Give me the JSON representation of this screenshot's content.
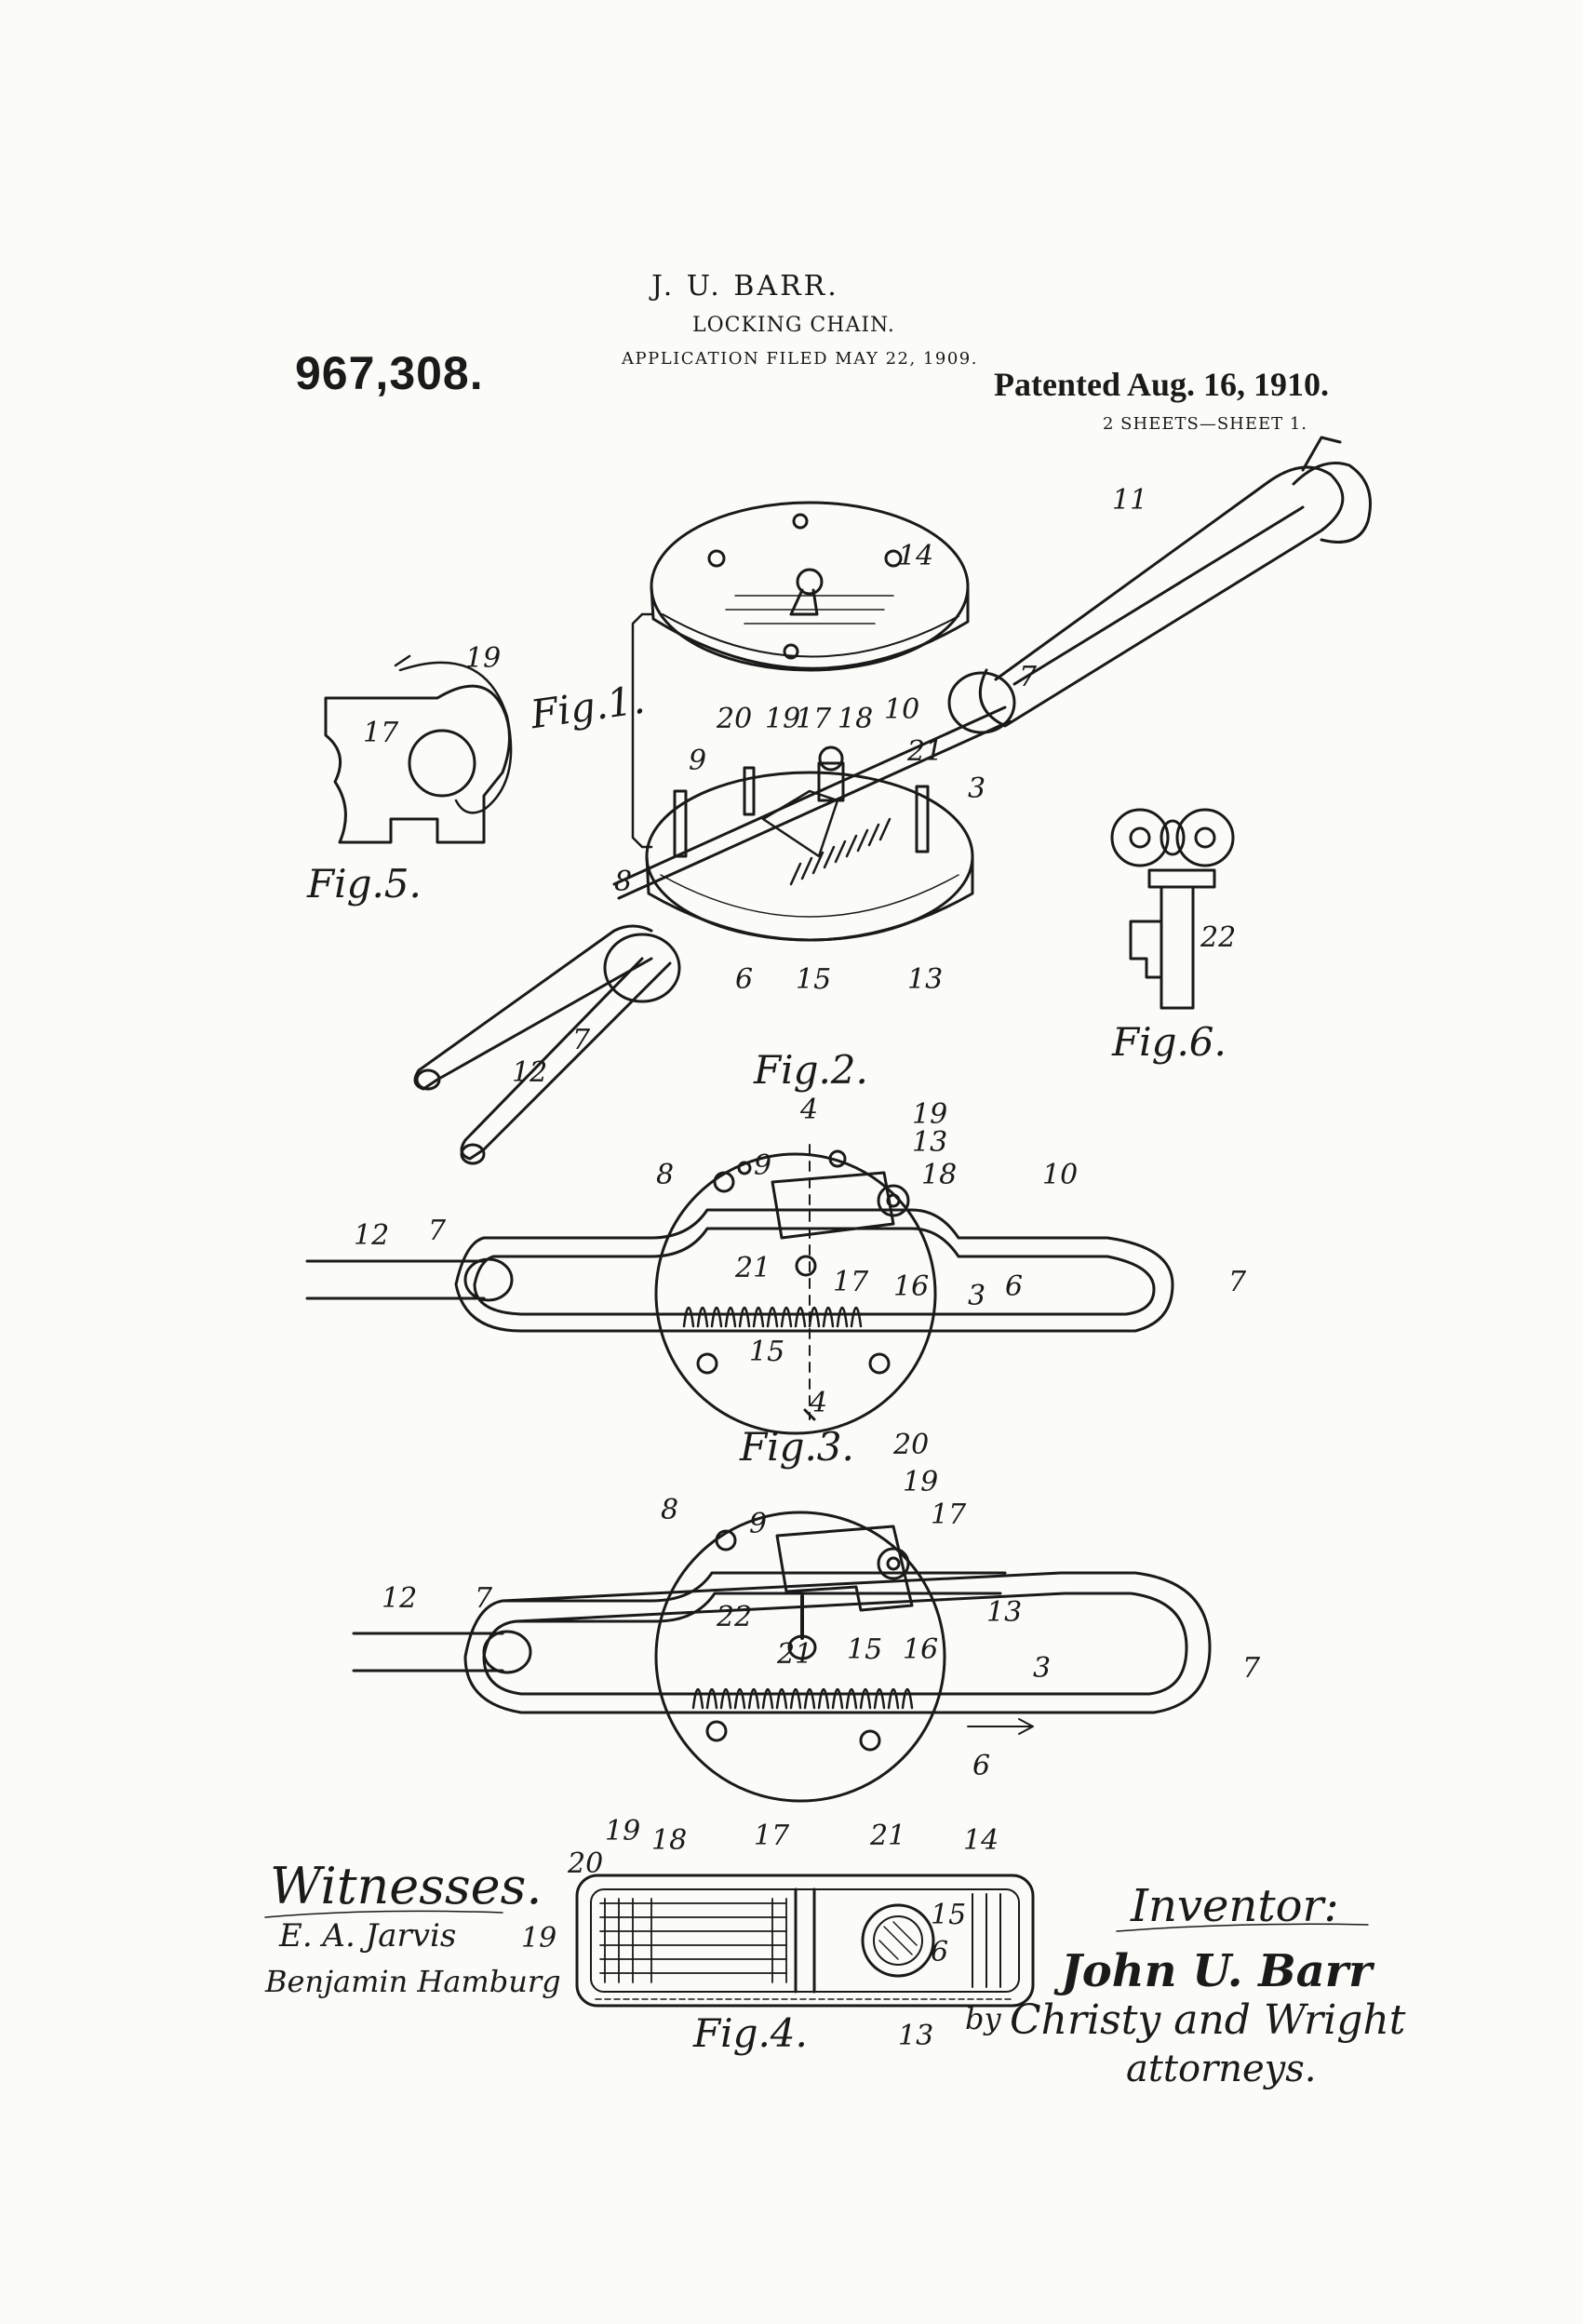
{
  "header": {
    "patentee": "J. U. BARR.",
    "title": "LOCKING CHAIN.",
    "application": "APPLICATION FILED MAY 22, 1909.",
    "patent_number": "967,308.",
    "patent_date": "Patented Aug. 16, 1910.",
    "sheets": "2 SHEETS—SHEET 1."
  },
  "figures": {
    "fig1": "Fig.1.",
    "fig2": "Fig.2.",
    "fig3": "Fig.3.",
    "fig4": "Fig.4.",
    "fig5": "Fig.5.",
    "fig6": "Fig.6."
  },
  "refs": {
    "r11": "11",
    "r14": "14",
    "r7": "7",
    "r20": "20",
    "r19": "19",
    "r17": "17",
    "r18": "18",
    "r10": "10",
    "r9": "9",
    "r21": "21",
    "r3": "3",
    "r8": "8",
    "r6": "6",
    "r15": "15",
    "r13": "13",
    "r12": "12",
    "r22": "22",
    "r16": "16",
    "r4": "4"
  },
  "signatures": {
    "witnesses_label": "Witnesses.",
    "witness1": "E. A. Jarvis",
    "witness2": "Benjamin Hamburg",
    "inventor_label": "Inventor:",
    "inventor_name": "John U. Barr",
    "by": "by",
    "attorneys_name": "Christy and Wright",
    "attorneys_label": "attorneys."
  }
}
